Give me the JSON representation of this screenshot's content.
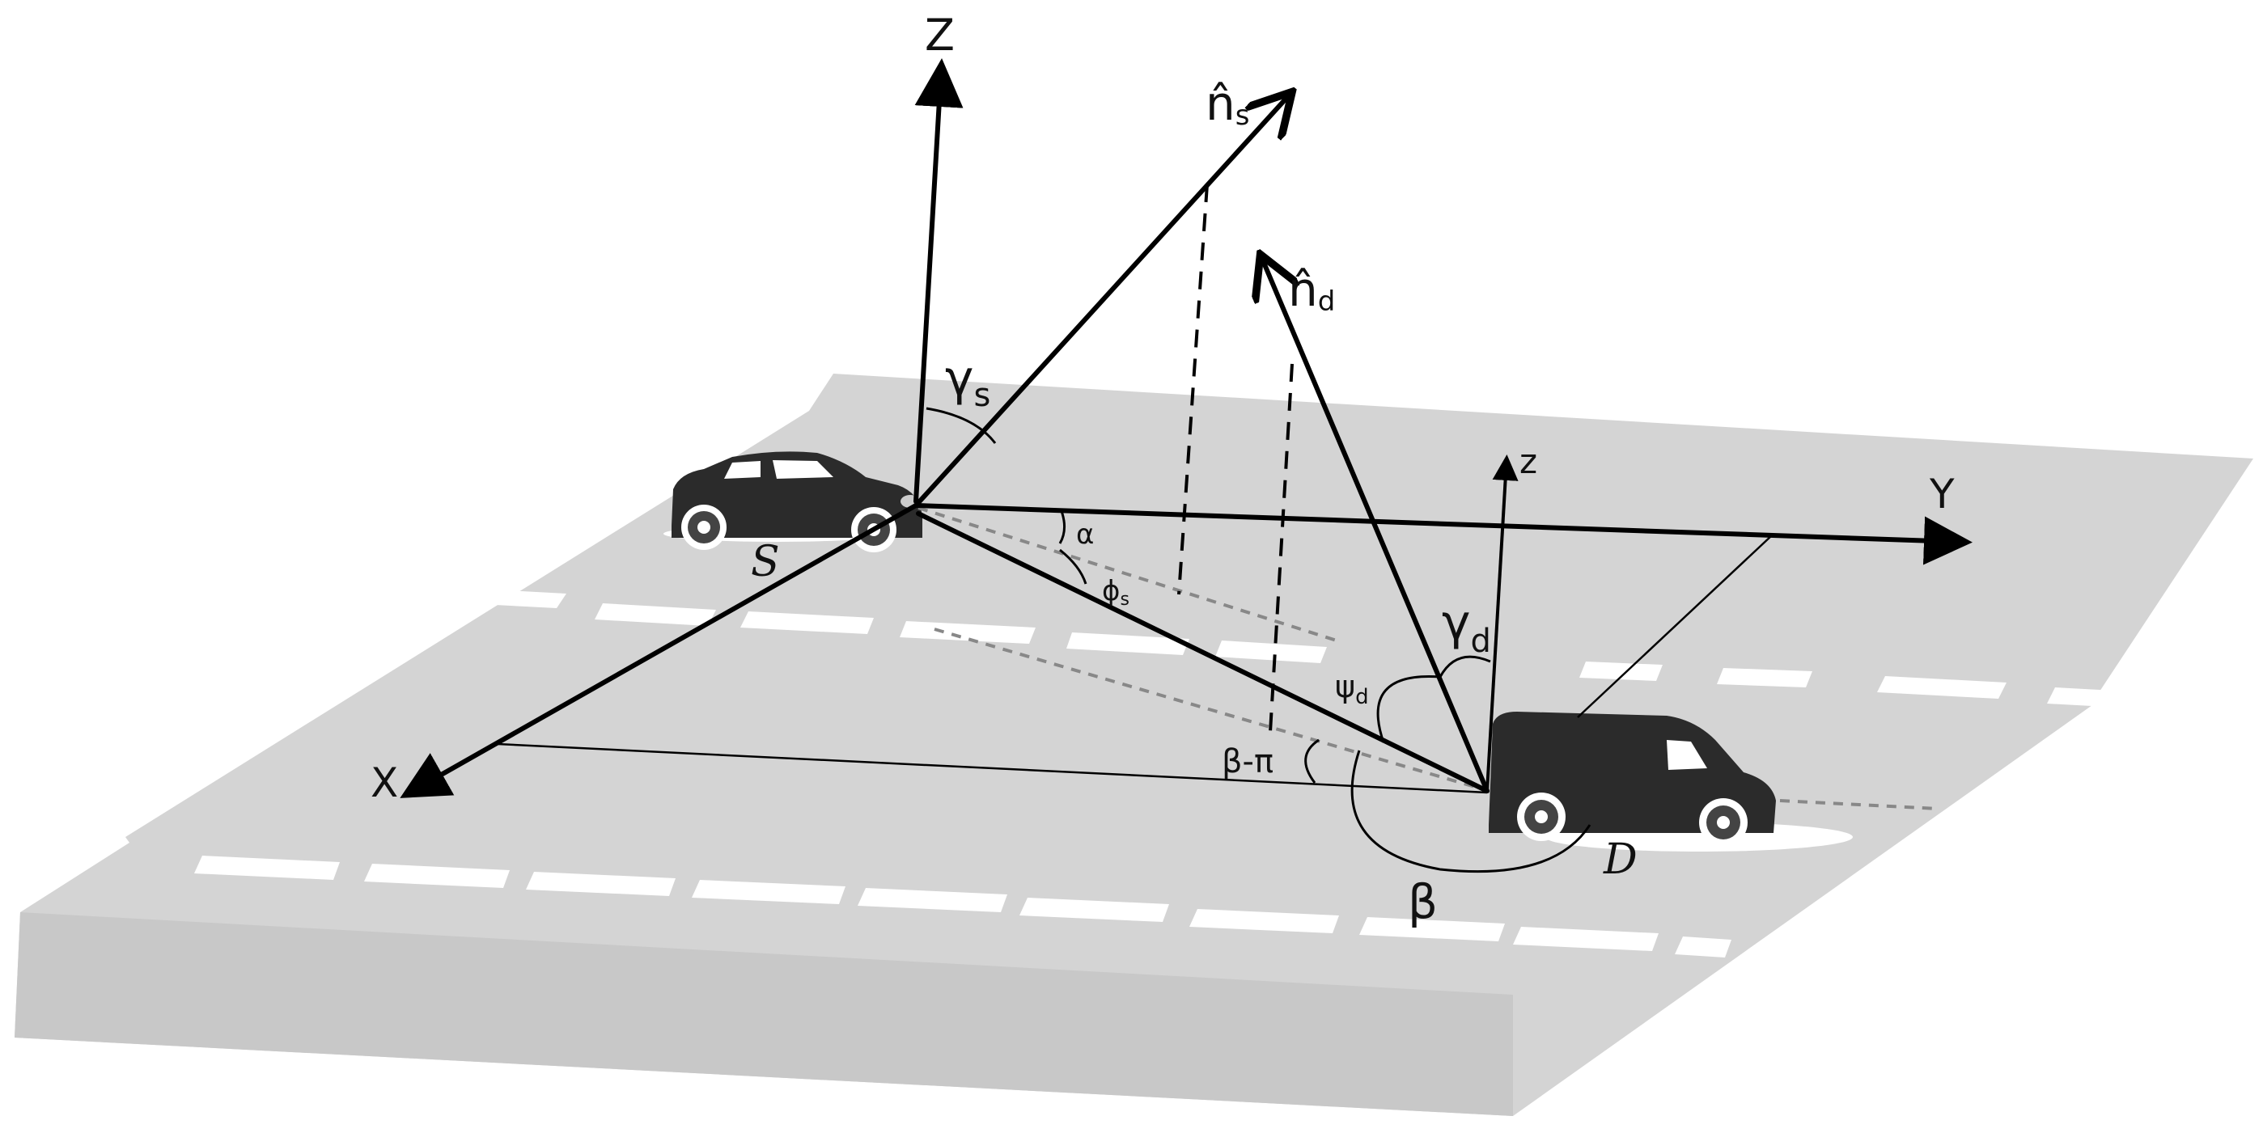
{
  "labels": {
    "axis_z": "Z",
    "axis_y": "Y",
    "axis_x": "X",
    "axis_z_small": "z",
    "n_s": "n̂",
    "n_s_sub": "s",
    "n_d": "n̂",
    "n_d_sub": "d",
    "gamma_s": "γ",
    "gamma_s_sub": "s",
    "gamma_d": "γ",
    "gamma_d_sub": "d",
    "alpha": "α",
    "phi_s": "ϕ",
    "phi_s_sub": "s",
    "psi_d": "ψ",
    "psi_d_sub": "d",
    "beta_minus_pi": "β-π",
    "beta": "β",
    "source": "S",
    "destination": "D"
  },
  "colors": {
    "road": "#d4d4d4",
    "lane_marking": "#ffffff",
    "vehicle": "#2b2b2b",
    "line": "#000000"
  }
}
